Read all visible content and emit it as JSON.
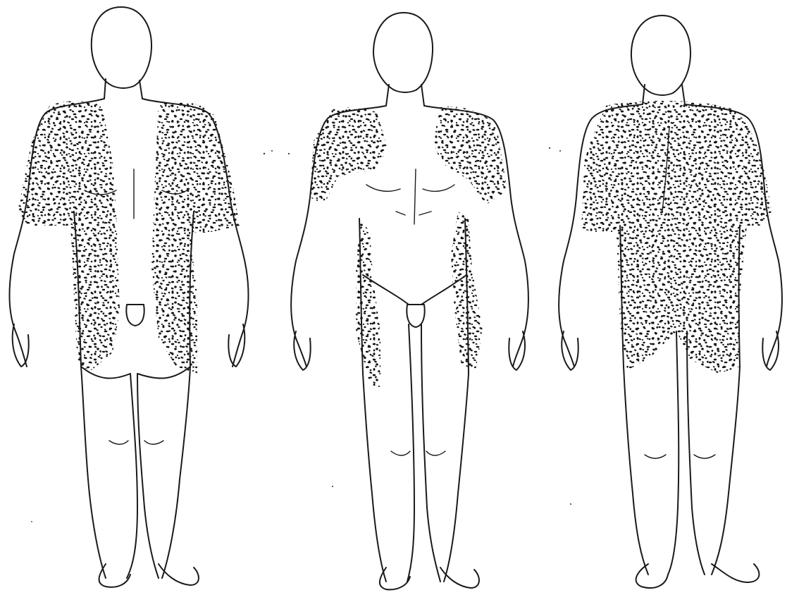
{
  "figures": [
    {
      "id": "front-left",
      "view": "front",
      "pattern": "upper-arms-and-flanks"
    },
    {
      "id": "front-middle",
      "view": "front",
      "pattern": "shoulders-and-lateral-trunk"
    },
    {
      "id": "back-right",
      "view": "back",
      "pattern": "upper-arms-back-and-buttocks"
    }
  ],
  "colors": {
    "ink": "#1a1a1a",
    "background": "#ffffff"
  }
}
